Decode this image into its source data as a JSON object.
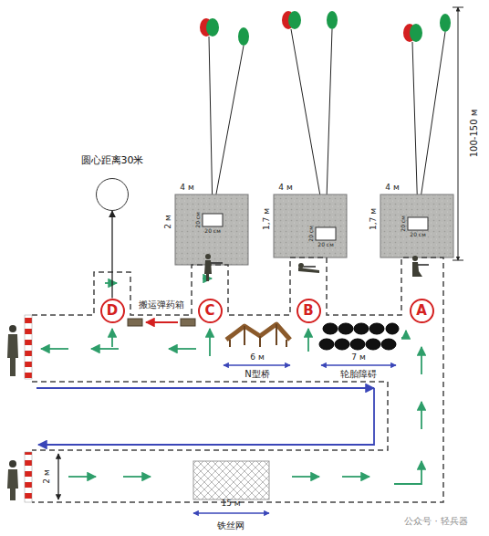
{
  "diagram": {
    "nodes": [
      {
        "text": [
          "圆心距离30米"
        ]
      },
      {
        "text": [
          "A"
        ]
      },
      {
        "text": [
          "B"
        ]
      },
      {
        "text": [
          "C"
        ]
      },
      {
        "text": [
          "D"
        ]
      }
    ],
    "edges": [
      {
        "from": 4,
        "to": 0,
        "arrow": "to"
      }
    ],
    "labels": [
      "4 м",
      "2 м",
      "20 см",
      "20 см",
      "4 м",
      "1,7 м",
      "20 см",
      "20 см",
      "4 м",
      "1,7 м",
      "20 см",
      "20 см",
      "100-150 м",
      "搬运弹药箱",
      "6 м",
      "N型桥",
      "7 м",
      "轮胎障碍",
      "2 м",
      "15 м",
      "铁丝网",
      "公众号 · 轻兵器"
    ]
  }
}
